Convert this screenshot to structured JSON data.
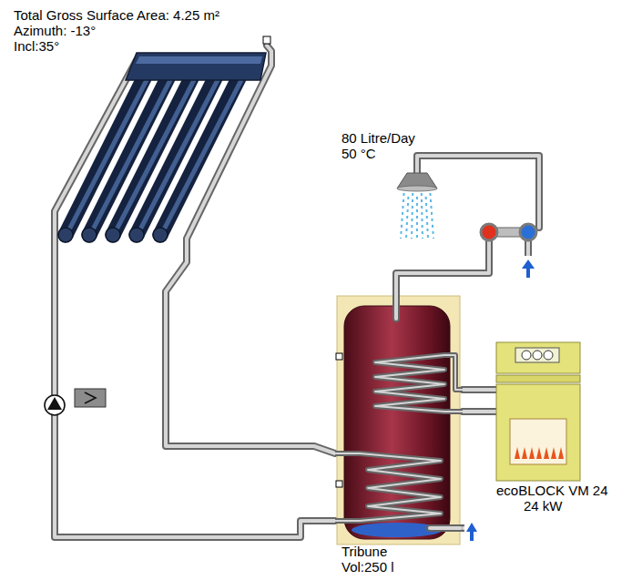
{
  "diagram": {
    "nodes": [
      {
        "text": [
          "Total Gross Surface Area: 4.25 m²",
          "Azimuth: -13°",
          "Incl:35°"
        ]
      },
      {
        "text": [
          "80 Litre/Day",
          "50 °C"
        ]
      },
      {
        "text": [
          "Tribune",
          "Vol:250 l"
        ]
      },
      {
        "text": [
          "ecoBLOCK VM 24",
          "24 kW"
        ]
      }
    ],
    "edges": [
      {
        "from": 0,
        "to": 2,
        "arrow": "none"
      },
      {
        "from": 0,
        "to": 2,
        "arrow": "none"
      },
      {
        "from": 2,
        "to": 1,
        "arrow": "none"
      },
      {
        "from": 2,
        "to": 3,
        "arrow": "none"
      },
      {
        "from": 2,
        "to": 3,
        "arrow": "none"
      }
    ]
  }
}
